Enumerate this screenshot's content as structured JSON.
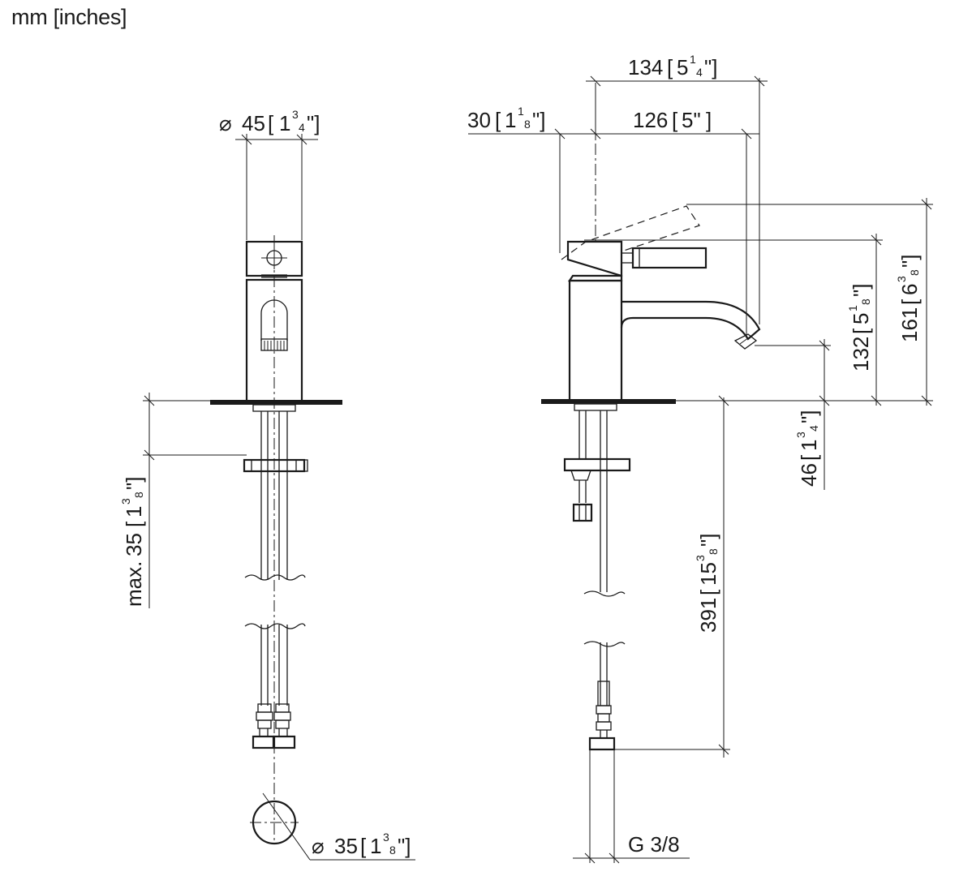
{
  "units_caption": "mm [inches]",
  "dimensions": {
    "body_diameter": {
      "mm": "45",
      "inch_whole": "1",
      "inch_num": "3",
      "inch_den": "4"
    },
    "overall_reach": {
      "mm": "134",
      "inch_whole": "5",
      "inch_num": "1",
      "inch_den": "4"
    },
    "lever_offset": {
      "mm": "30",
      "inch_whole": "1",
      "inch_num": "1",
      "inch_den": "8"
    },
    "spout_reach": {
      "mm": "126",
      "inch_text": "5\""
    },
    "overall_height": {
      "mm": "161",
      "inch_whole": "6",
      "inch_num": "3",
      "inch_den": "8"
    },
    "spout_height": {
      "mm": "132",
      "inch_whole": "5",
      "inch_num": "1",
      "inch_den": "8"
    },
    "shank_length": {
      "mm": "46",
      "inch_whole": "1",
      "inch_num": "3",
      "inch_den": "4"
    },
    "counter_thickness": {
      "prefix": "max.",
      "mm": "35",
      "inch_whole": "1",
      "inch_num": "3",
      "inch_den": "8"
    },
    "hose_length": {
      "mm": "391",
      "inch_whole": "15",
      "inch_num": "3",
      "inch_den": "8"
    },
    "hole_diameter": {
      "mm": "35",
      "inch_whole": "1",
      "inch_num": "3",
      "inch_den": "8"
    },
    "connection_thread": {
      "label": "G 3/8"
    }
  }
}
